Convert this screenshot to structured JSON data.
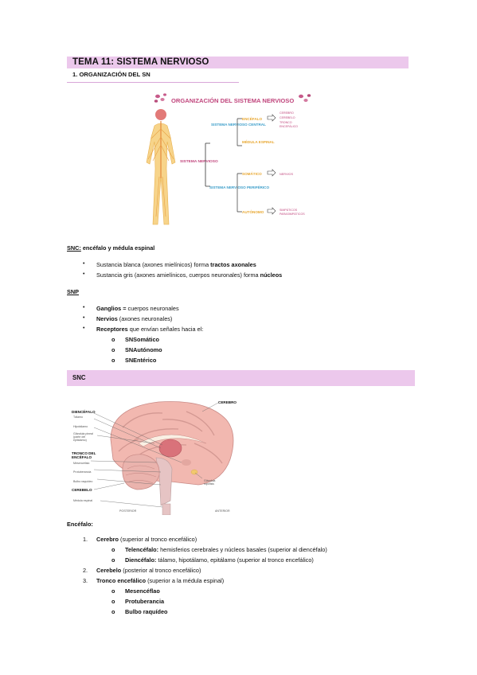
{
  "heading": {
    "title": "TEMA 11: SISTEMA NERVIOSO",
    "section": "1. ORGANIZACIÓN DEL SN"
  },
  "diagram1": {
    "title": "ORGANIZACIÓN DEL SISTEMA NERVIOSO",
    "root": "SISTEMA NERVIOSO",
    "snc": "SISTEMA NERVIOSO CENTRAL",
    "snp": "SISTEMA NERVIOSO PERIFÉRICO",
    "encefalo": "ENCÉFALO",
    "medula": "MÉDULA ESPINAL",
    "somatico": "SOMÁTICO",
    "autonomo": "AUTÓNOMO",
    "encefalo_items": [
      "CEREBRO",
      "CEREBELO",
      "TRONCO",
      "ENCEFÁLICO"
    ],
    "nervios": "NERVIOS",
    "autonomo_items": [
      "SIMPÁTICOS",
      "PARASIMPÁTICOS"
    ]
  },
  "snc_intro": {
    "label": "SNC:",
    "rest": " encéfalo y médula espinal",
    "items": [
      {
        "pre": "Sustancia blanca (axones mielínicos) forma ",
        "bold": "tractos axonales"
      },
      {
        "pre": "Sustancia gris (axones amielínicos, cuerpos neuronales) forma ",
        "bold": "núcleos"
      }
    ]
  },
  "snp": {
    "label": "SNP",
    "items": [
      {
        "bold": "Ganglios =",
        "rest": " cuerpos neuronales"
      },
      {
        "bold": "Nervios",
        "rest": " (axones neuronales)"
      },
      {
        "bold": "Receptores",
        "rest": " que envían señales hacia el:"
      }
    ],
    "subitems": [
      "SNSomático",
      "SNAutónomo",
      "SNEntérico"
    ]
  },
  "snc_band": "SNC",
  "brain": {
    "labels_left": [
      "DIENCÉFALO",
      "Tálamo",
      "Hipotálamo",
      "Glándula pineal (parte del epitálamo)",
      "TRONCO DEL ENCÉFALO",
      "Mesencéfalo",
      "Protuberancia",
      "Bulbo raquídeo",
      "CEREBELO",
      "Médula espinal"
    ],
    "cerebro": "CEREBRO",
    "hipofisis": "Glándula hipófisis",
    "posterior": "POSTERIOR",
    "anterior": "ANTERIOR"
  },
  "encefalo_list": {
    "title": "Encéfalo:",
    "items": [
      {
        "num": "1.",
        "bold": "Cerebro",
        "rest": " (superior al tronco encefálico)"
      },
      {
        "num": "2.",
        "bold": "Cerebelo",
        "rest": " (posterior al tronco encefálico)"
      },
      {
        "num": "3.",
        "bold": "Tronco encefálico",
        "rest": " (superior a la médula espinal)"
      }
    ],
    "cerebro_sub": [
      {
        "bold": "Telencéfalo:",
        "rest": " hemisferios cerebrales y núcleos basales (superior al diencéfalo)"
      },
      {
        "bold": "Diencéfalo:",
        "rest": " tálamo, hipotálamo, epitálamo (superior al tronco encefálico)"
      }
    ],
    "tronco_sub": [
      "Mesencéflao",
      "Protuberancia",
      "Bulbo raquídeo"
    ]
  }
}
